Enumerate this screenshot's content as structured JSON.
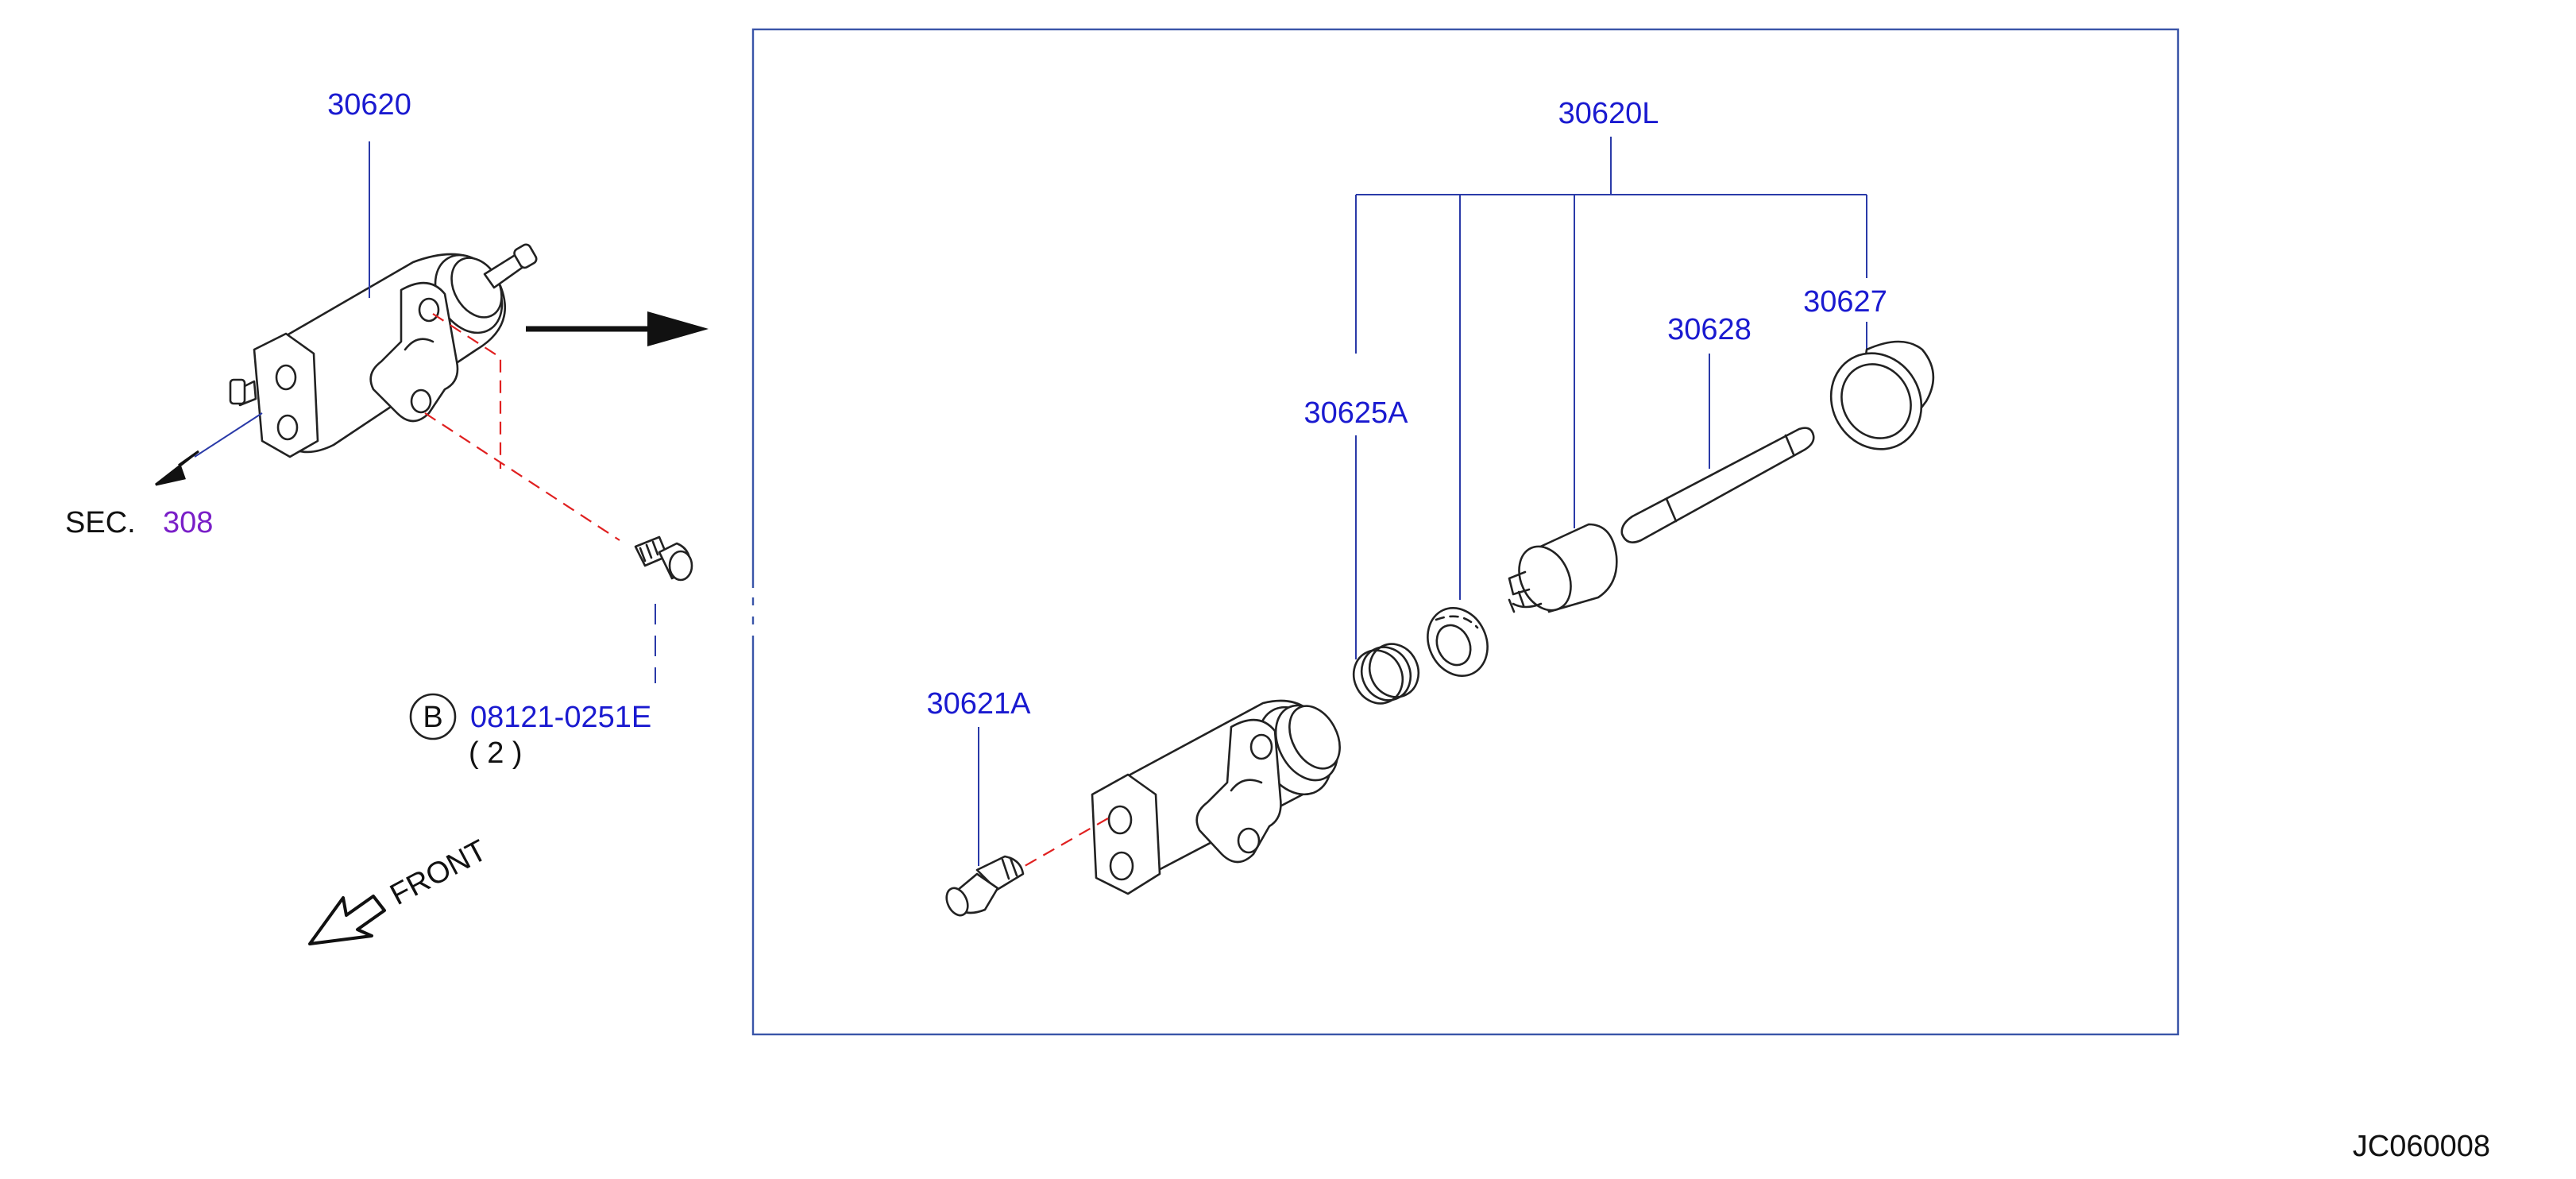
{
  "labels": {
    "operating_cylinder_assy": "30620",
    "section_prefix": "SEC.",
    "section_number": "308",
    "bolt_circle_letter": "B",
    "bolt_part": "08121-0251E",
    "bolt_quantity": "( 2 )",
    "front_indicator": "FRONT",
    "repair_kit": "30620L",
    "boot": "30627",
    "push_rod": "30628",
    "spring": "30625A",
    "bleeder_screw": "30621A",
    "diagram_code": "JC060008"
  },
  "colors": {
    "callout_blue": "#1a1ad0",
    "section_purple": "#7a1fc8",
    "dash_red": "#e02020",
    "frame_blue": "#3a55a8",
    "line_black": "#222222"
  },
  "icons": {
    "front_arrow": "hollow-arrow-down-left",
    "detail_arrow": "solid-arrow-right"
  }
}
